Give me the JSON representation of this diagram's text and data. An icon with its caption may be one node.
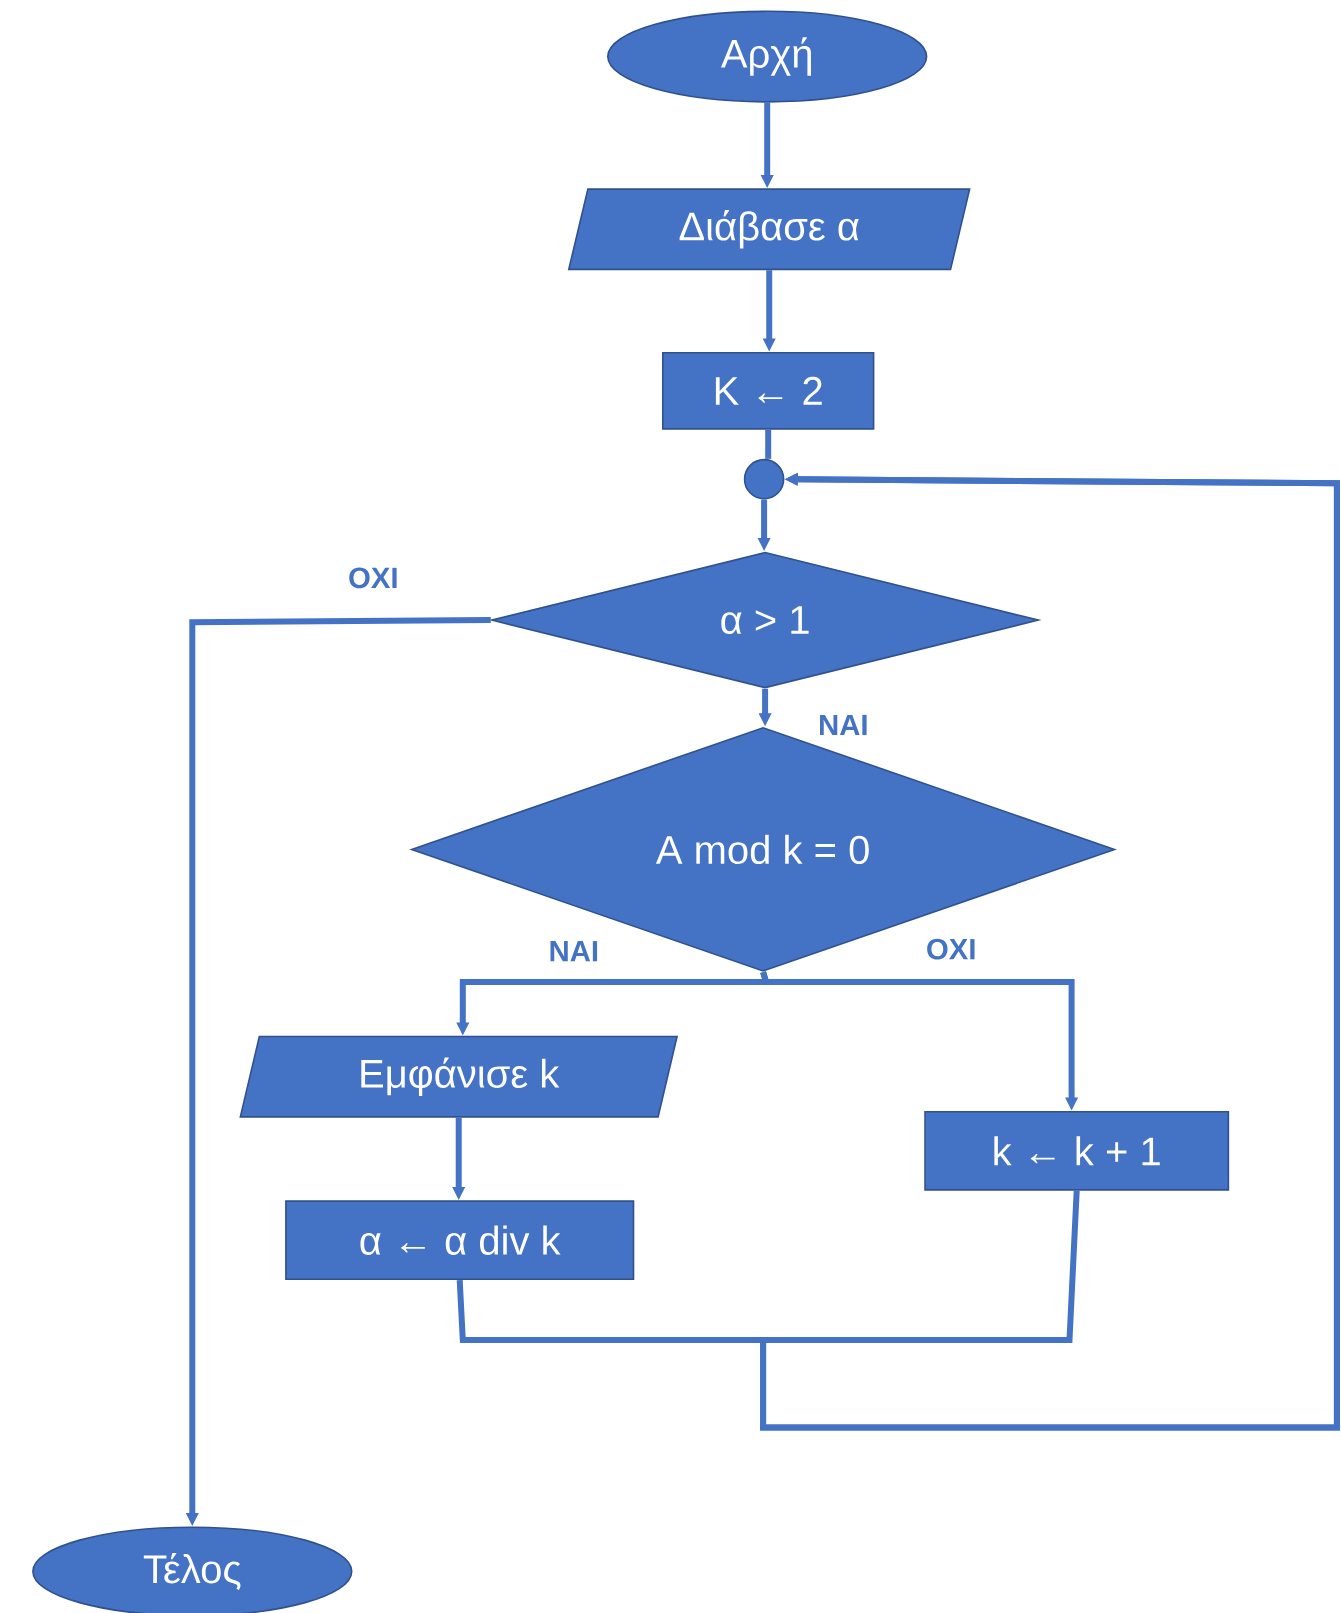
{
  "diagram": {
    "nodes": [
      {
        "text": [
          "Αρχή"
        ]
      },
      {
        "text": [
          "Διάβασε α"
        ]
      },
      {
        "text": [
          "K ← 2"
        ]
      },
      {
        "text": [],
        "shape": "circle"
      },
      {
        "text": [
          "α > 1"
        ]
      },
      {
        "text": [
          "A mod k = 0"
        ]
      },
      {
        "text": [
          "Εμφάνισε k"
        ]
      },
      {
        "text": [
          "α ← α div k"
        ]
      },
      {
        "text": [
          "k ← k + 1"
        ]
      },
      {
        "text": [
          "Τέλος"
        ]
      }
    ],
    "edges": [
      {
        "from": 0,
        "to": 1,
        "arrow": "to"
      },
      {
        "from": 1,
        "to": 2,
        "arrow": "to"
      },
      {
        "from": 2,
        "to": 3,
        "arrow": "none"
      },
      {
        "from": 3,
        "to": 4,
        "arrow": "to"
      },
      {
        "from": 4,
        "to": 9,
        "arrow": "to",
        "label": "ΟΧΙ"
      },
      {
        "from": 4,
        "to": 5,
        "arrow": "to",
        "label": "ΝΑΙ"
      },
      {
        "from": 5,
        "to": 6,
        "arrow": "to",
        "label": "ΝΑΙ"
      },
      {
        "from": 5,
        "to": 8,
        "arrow": "to",
        "label": "ΟΧΙ"
      },
      {
        "from": 6,
        "to": 7,
        "arrow": "to"
      },
      {
        "from": 7,
        "to": 3,
        "arrow": "to"
      },
      {
        "from": 8,
        "to": 3,
        "arrow": "to"
      }
    ]
  }
}
